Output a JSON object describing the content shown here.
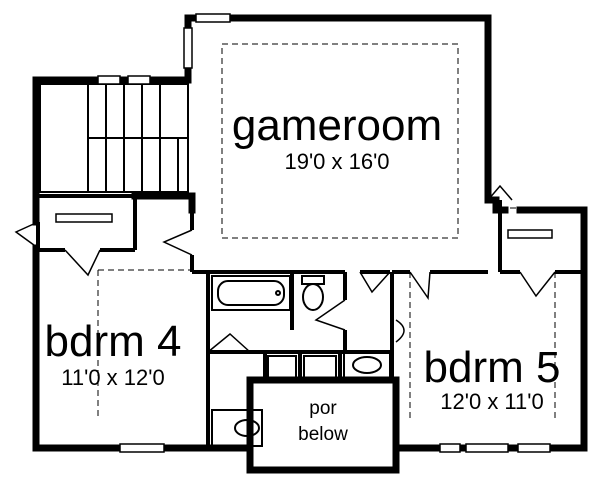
{
  "plan": {
    "rooms": [
      {
        "name": "gameroom",
        "dims": "19'0 x 16'0"
      },
      {
        "name": "bdrm 4",
        "dims": "11'0 x 12'0"
      },
      {
        "name": "bdrm 5",
        "dims": "12'0 x 11'0"
      }
    ],
    "porch": {
      "line1": "por",
      "line2": "below"
    }
  }
}
